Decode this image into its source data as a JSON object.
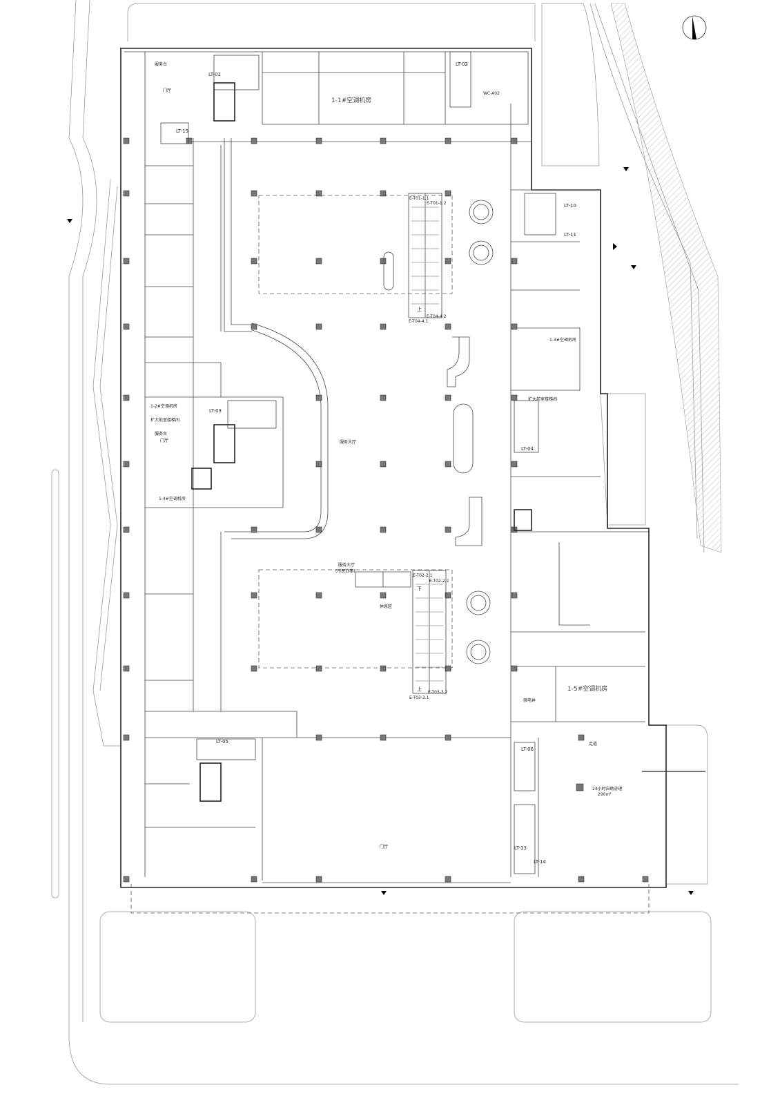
{
  "plan": {
    "rooms": {
      "ac_1_1": "1-1#空调机房",
      "ac_1_2": "1-2#空调机房",
      "ac_1_3": "1-3#空调机房",
      "ac_1_4": "1-4#空调机房",
      "ac_1_5": "1-5#空调机房",
      "service_hall": "服务大厅",
      "service_hall_2": "服务大厅",
      "service_hall_2_sub": "(市民办事)",
      "lobby": "门厅",
      "service_desk": "服务台",
      "stair_hall": "扩大前室楼梯间",
      "self_service": "24小时自助办理",
      "self_service_area": "290m²",
      "rest_area": "休息区",
      "corridor": "走道",
      "wc": "WC-A02",
      "elevator_room": "强电井"
    },
    "stairs": [
      "LT-01",
      "LT-02",
      "LT-15",
      "LT-10",
      "LT-11",
      "LT-03",
      "LT-04",
      "LT-05",
      "LT-06",
      "LT-13",
      "LT-14"
    ],
    "escalators": [
      "E-T01-1.1",
      "E-T01-1.2",
      "E-T04-4.1",
      "E-T04-4.2",
      "E-T02-2.1",
      "E-T02-2.2",
      "E-T03-3.1",
      "E-T03-3.2"
    ],
    "stair_marks": {
      "up": "上",
      "down": "下"
    }
  }
}
